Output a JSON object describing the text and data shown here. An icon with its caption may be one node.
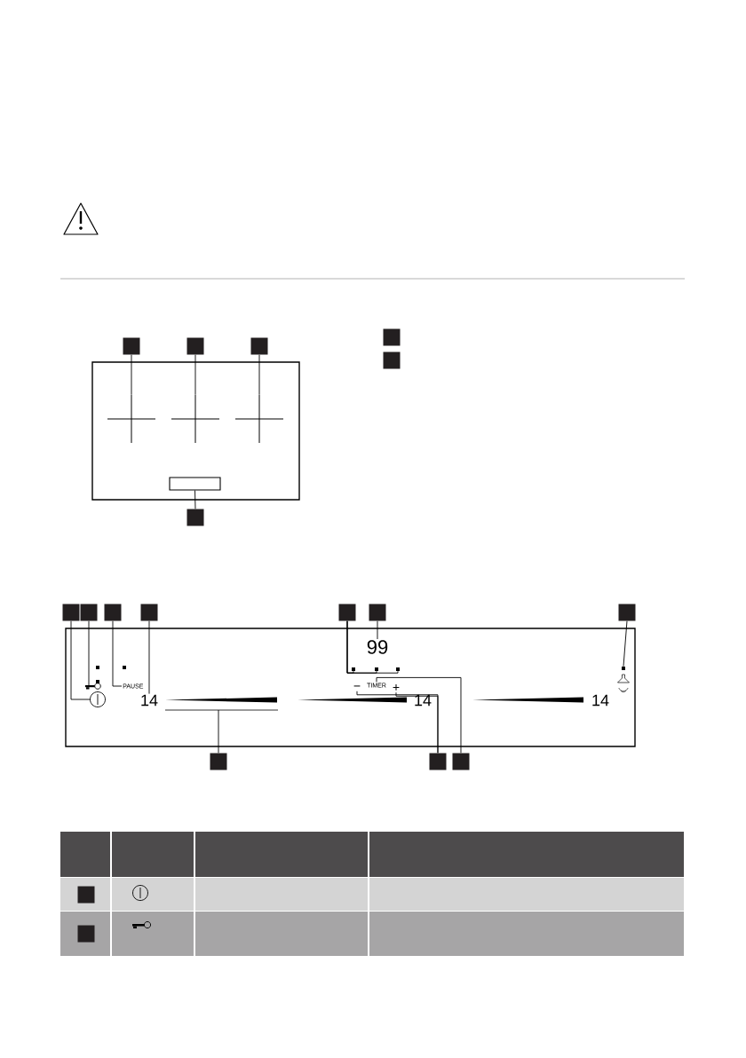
{
  "diagram": {
    "nodes": [
      {
        "text": [],
        "shape": "box"
      },
      {
        "text": [],
        "shape": "box"
      },
      {
        "text": [],
        "shape": "box"
      },
      {
        "text": [],
        "shape": "box"
      },
      {
        "text": [],
        "shape": "box"
      },
      {
        "text": [],
        "shape": "box"
      },
      {
        "text": [],
        "shape": "box"
      },
      {
        "text": [],
        "shape": "box"
      },
      {
        "text": [],
        "shape": "box"
      },
      {
        "text": [],
        "shape": "box"
      },
      {
        "text": [],
        "shape": "box"
      },
      {
        "text": [],
        "shape": "box"
      },
      {
        "text": [],
        "shape": "box"
      },
      {
        "text": [],
        "shape": "box"
      },
      {
        "text": [],
        "shape": "circle"
      },
      {
        "text": [],
        "shape": "key"
      },
      {
        "text": [
          "PAUSE"
        ]
      },
      {
        "text": [
          "14"
        ]
      },
      {
        "text": [
          "99"
        ]
      },
      {
        "text": [
          "TIMER"
        ]
      },
      {
        "text": [],
        "shape": "hood"
      },
      {
        "text": [],
        "shape": "box"
      },
      {
        "text": [],
        "shape": "box"
      },
      {
        "text": [],
        "shape": "box"
      },
      {
        "text": [],
        "shape": "box"
      },
      {
        "text": [],
        "shape": "box"
      },
      {
        "text": [],
        "shape": "cross"
      },
      {
        "text": [],
        "shape": "cross"
      },
      {
        "text": [],
        "shape": "cross"
      },
      {
        "text": [],
        "shape": "dot"
      },
      {
        "text": [],
        "shape": "dot"
      },
      {
        "text": [],
        "shape": "dot"
      },
      {
        "text": [
          "−"
        ]
      },
      {
        "text": [
          "+"
        ]
      }
    ],
    "edges": [
      {
        "from": 0,
        "to": 26,
        "arrow": "none"
      },
      {
        "from": 1,
        "to": 27,
        "arrow": "none"
      },
      {
        "from": 2,
        "to": 28,
        "arrow": "none"
      },
      {
        "from": 4,
        "to": 3,
        "arrow": "none"
      },
      {
        "from": 7,
        "to": 14,
        "arrow": "none"
      },
      {
        "from": 8,
        "to": 15,
        "arrow": "none"
      },
      {
        "from": 9,
        "to": 16,
        "arrow": "none"
      },
      {
        "from": 10,
        "to": 17,
        "arrow": "none"
      },
      {
        "from": 11,
        "to": 29,
        "arrow": "none"
      },
      {
        "from": 12,
        "to": 18,
        "arrow": "none"
      },
      {
        "from": 13,
        "to": 20,
        "arrow": "none"
      },
      {
        "from": 21,
        "to": null,
        "arrow": "none"
      },
      {
        "from": 22,
        "to": 32,
        "arrow": "none"
      },
      {
        "from": 23,
        "to": 19,
        "arrow": "none"
      },
      {
        "from": 11,
        "to": 30,
        "arrow": "none"
      },
      {
        "from": 11,
        "to": 31,
        "arrow": "none"
      },
      {
        "from": 22,
        "to": 33,
        "arrow": "none"
      }
    ],
    "labels": [
      "14",
      "14"
    ]
  }
}
